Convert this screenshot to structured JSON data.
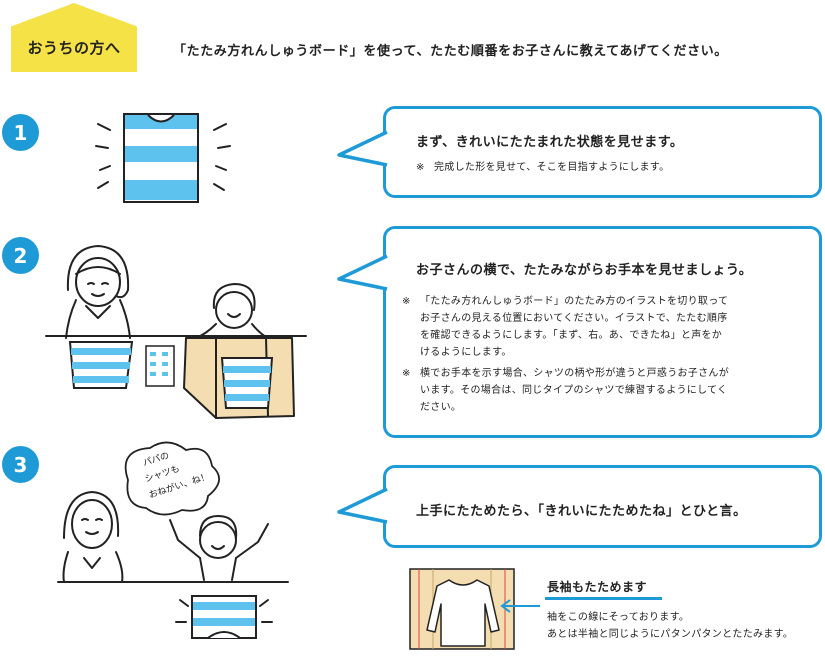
{
  "header": {
    "badge_label": "おうちの方へ",
    "instruction": "「たたみ方れんしゅうボード」を使って、たたむ順番をお子さんに教えてあげてください。"
  },
  "steps": [
    {
      "number": "1",
      "title": "まず、きれいにたたまれた状態を見せます。",
      "notes": [
        {
          "mark": "※",
          "lines": [
            "完成した形を見せて、そこを目指すようにします。"
          ]
        }
      ]
    },
    {
      "number": "2",
      "title": "お子さんの横で、たたみながらお手本を見せましょう。",
      "notes": [
        {
          "mark": "※",
          "lines": [
            "「たたみ方れんしゅうボード」のたたみ方のイラストを切り取って",
            "お子さんの見える位置においてください。イラストで、たたむ順序",
            "を確認できるようにします。「まず、右。あ、できたね」と声をか",
            "けるようにします。"
          ]
        },
        {
          "mark": "※",
          "lines": [
            "横でお手本を示す場合、シャツの柄や形が違うと戸惑うお子さんが",
            "います。その場合は、同じタイプのシャツで練習するようにしてく",
            "ださい。"
          ]
        }
      ]
    },
    {
      "number": "3",
      "title": "上手にたためたら、「きれいにたためたね」とひと言。"
    }
  ],
  "cloud_text": [
    "パパの",
    "シャツも",
    "おねがい、ね！"
  ],
  "long_sleeve": {
    "title": "長袖もたためます",
    "desc": [
      "袖をこの線にそっております。",
      "あとは半袖と同じようにパタンパタンとたたみます。"
    ]
  },
  "colors": {
    "accent_blue": "#1e9ad6",
    "badge_yellow": "#f4e247",
    "board_tan": "#f4ddb0"
  }
}
